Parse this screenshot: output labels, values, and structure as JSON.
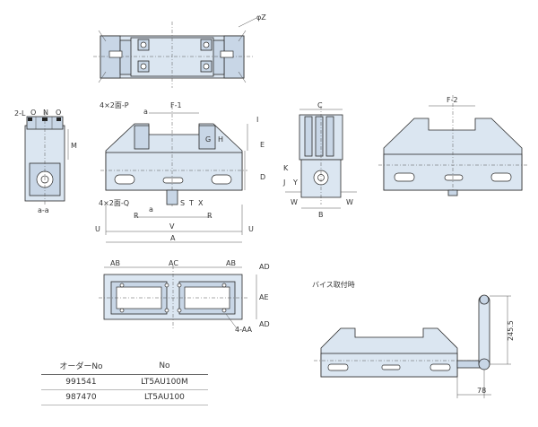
{
  "labels": {
    "phi_z": "φZ",
    "two_l": "2-L",
    "o1": "O",
    "n": "N",
    "o2": "O",
    "m": "M",
    "a_a": "a-a",
    "four_p": "4×2面-P",
    "a_top": "a",
    "f1": "F-1",
    "i": "I",
    "g": "G",
    "h": "H",
    "e": "E",
    "d": "D",
    "four_q": "4×2面-Q",
    "a_bot": "a",
    "s": "S",
    "t": "T",
    "x": "X",
    "u_left": "U",
    "u_right": "U",
    "r_left": "R",
    "r_right": "R",
    "v": "V",
    "a_total": "A",
    "c": "C",
    "k": "K",
    "j": "J",
    "y": "Y",
    "w_left": "W",
    "w_right": "W",
    "b": "B",
    "f2": "F-2",
    "ab_left": "AB",
    "ac": "AC",
    "ab_right": "AB",
    "ad_top": "AD",
    "ae": "AE",
    "ad_bot": "AD",
    "four_aa": "4-AA",
    "vise_mount": "バイス取付時",
    "dim_245": "245.5",
    "dim_78": "78"
  },
  "table": {
    "headers": [
      "オーダーNo",
      "No"
    ],
    "rows": [
      [
        "991541",
        "LT5AU100M"
      ],
      [
        "987470",
        "LT5AU100"
      ]
    ]
  }
}
